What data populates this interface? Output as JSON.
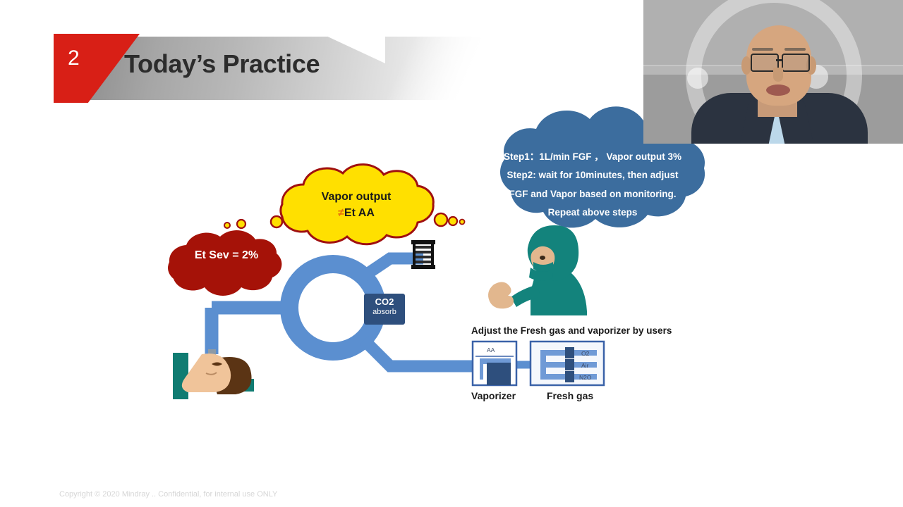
{
  "slide": {
    "number": "2",
    "title": "Today’s Practice",
    "footer": "Copyright © 2020  Mindray .. Confidential, for internal use ONLY"
  },
  "clouds": {
    "blue": {
      "lines": [
        "Step1：1L/min FGF ， Vapor output 3%",
        "Step2: wait for 10minutes, then adjust",
        "FGF and Vapor based on monitoring.",
        "Repeat above steps"
      ],
      "color": "#3c6d9e",
      "text_color": "#ffffff"
    },
    "yellow": {
      "line1": "Vapor output",
      "neq_symbol": "≠",
      "line2": "Et AA",
      "color": "#ffe000",
      "outline_color": "#a01010",
      "neq_color": "#e8730b"
    },
    "red": {
      "text": "Et Sev = 2%",
      "color": "#a51208",
      "text_color": "#ffffff"
    }
  },
  "diagram": {
    "co2_absorber": {
      "line1": "CO2",
      "line2": "absorb",
      "color": "#2e4f7d"
    },
    "circuit_color": "#5b8fd0",
    "adjust_caption": "Adjust the Fresh gas and vaporizer by users",
    "vaporizer": {
      "label": "Vaporizer",
      "agent_label": "AA"
    },
    "fresh_gas": {
      "label": "Fresh gas",
      "gases": [
        "O2",
        "Air",
        "N2O"
      ]
    },
    "patient": {
      "table_color": "#107c72",
      "skin_color": "#f0c49a",
      "hair_color": "#5b3414"
    },
    "clinician": {
      "scrub_color": "#13837c"
    },
    "bellows": {
      "frame_color": "#111111"
    }
  },
  "webcam": {
    "present": true,
    "background_color": "#a5a5a5"
  }
}
